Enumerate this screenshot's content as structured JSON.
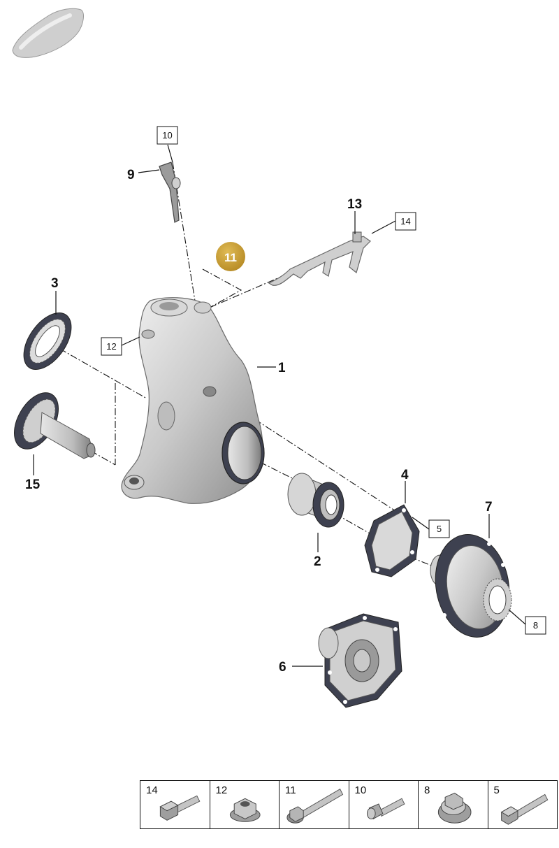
{
  "callouts": {
    "part_1": "1",
    "part_2": "2",
    "part_3": "3",
    "part_4": "4",
    "part_5": "5",
    "part_6": "6",
    "part_7": "7",
    "part_8": "8",
    "part_9": "9",
    "part_10": "10",
    "part_11": "11",
    "part_12": "12",
    "part_13": "13",
    "part_14": "14",
    "part_15": "15"
  },
  "highlight_color": "#c9a03a",
  "legend": [
    {
      "number": "14",
      "icon": "hex-bolt-icon"
    },
    {
      "number": "12",
      "icon": "flange-nut-icon"
    },
    {
      "number": "11",
      "icon": "long-flange-bolt-icon"
    },
    {
      "number": "10",
      "icon": "socket-screw-icon"
    },
    {
      "number": "8",
      "icon": "collar-nut-icon"
    },
    {
      "number": "5",
      "icon": "flange-bolt-icon"
    }
  ]
}
